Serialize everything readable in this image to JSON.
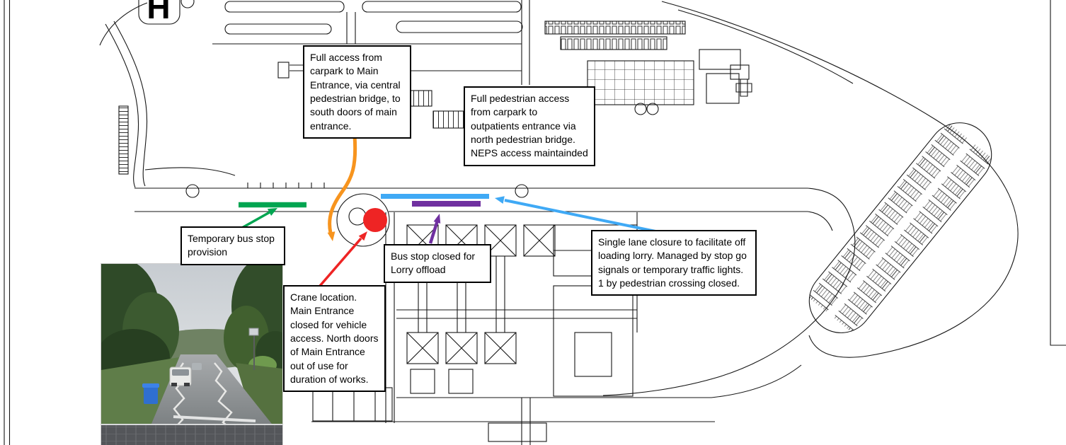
{
  "map": {
    "helipad_label": "H"
  },
  "annotations": {
    "full_access": "Full access from carpark to Main Entrance, via central pedestrian bridge, to south doors of main entrance.",
    "full_pedestrian": "Full pedestrian access from carpark to outpatients entrance via north pedestrian bridge. NEPS access maintainded",
    "temporary_bus_stop": "Temporary bus stop provision",
    "bus_stop_closed": "Bus stop closed for Lorry offload",
    "crane_location": "Crane location. Main Entrance closed for vehicle access. North doors of Main Entrance out of use for duration of works.",
    "single_lane_closure": "Single lane closure to facilitate off loading lorry. Managed by stop go signals or temporary traffic lights. 1 by pedestrian crossing closed."
  },
  "markers": {
    "colors": {
      "temporary_bus_stop": "#00A551",
      "carpark_route": "#F7941E",
      "lane_closure": "#3FA9F5",
      "bus_stop_closed": "#7030A0",
      "crane": "#EE2424"
    }
  }
}
